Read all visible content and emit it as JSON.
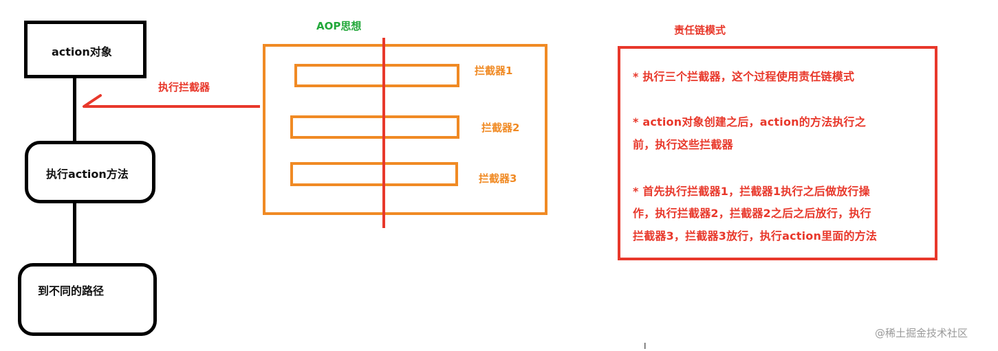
{
  "left_flow": {
    "box1": "action对象",
    "box2": "执行action方法",
    "box3": "到不同的路径"
  },
  "arrow_label": "执行拦截器",
  "aop": {
    "title": "AOP思想",
    "interceptors": [
      "拦截器1",
      "拦截器2",
      "拦截器3"
    ]
  },
  "chain": {
    "title": "责任链模式",
    "lines": [
      "* 执行三个拦截器，这个过程使用责任链模式",
      "* action对象创建之后，action的方法执行之",
      "前，执行这些拦截器",
      "* 首先执行拦截器1，拦截器1执行之后做放行操",
      "作，执行拦截器2，拦截器2之后之后放行，执行",
      "拦截器3，拦截器3放行，执行action里面的方法"
    ]
  },
  "watermark": "@稀土掘金技术社区",
  "colors": {
    "red": "#e8382b",
    "orange": "#f08a24",
    "green": "#22a83a",
    "black": "#000000"
  }
}
